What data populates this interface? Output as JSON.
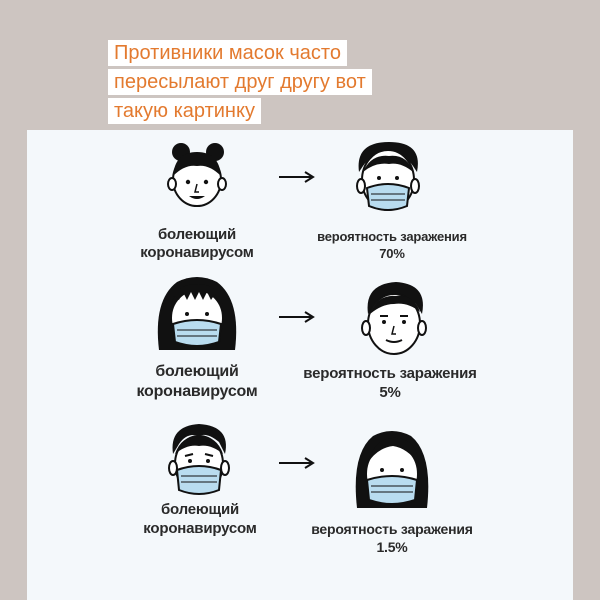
{
  "caption": {
    "lines": [
      "Противники масок часто",
      "пересылают друг другу вот",
      "такую картинку"
    ]
  },
  "rows": [
    {
      "left_label": [
        "болеющий",
        "коронавирусом"
      ],
      "right_label": [
        "вероятность заражения",
        "70%"
      ]
    },
    {
      "left_label": [
        "болеющий",
        "коронавирусом"
      ],
      "right_label": [
        "вероятность заражения",
        "5%"
      ]
    },
    {
      "left_label": [
        "болеющий",
        "коронавирусом"
      ],
      "right_label": [
        "вероятность заражения",
        "1.5%"
      ]
    }
  ],
  "colors": {
    "caption_text": "#e37a2f",
    "background": "#cdc5c1",
    "card": "#f4f8fb",
    "mask": "#b9dcef",
    "ink": "#111111"
  }
}
